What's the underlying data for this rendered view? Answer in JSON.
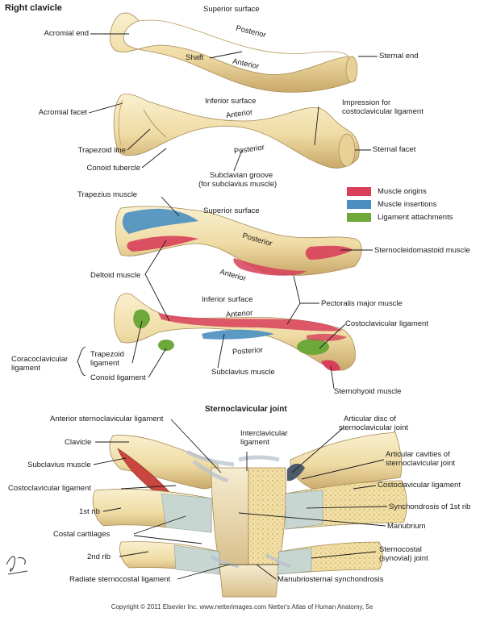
{
  "title": "Right clavicle",
  "copyright": "Copyright © 2011 Elsevier Inc. www.netterimages.com Netter's Atlas of Human Anatomy, 5e",
  "signature": "F. Netter M.D.",
  "superior_view": {
    "surface": "Superior surface",
    "acromial_end": "Acromial end",
    "posterior": "Posterior",
    "shaft": "Shaft",
    "anterior": "Anterior",
    "sternal_end": "Sternal end"
  },
  "inferior_view": {
    "surface": "Inferior surface",
    "acromial_facet": "Acromial facet",
    "anterior": "Anterior",
    "impression": "Impression for costoclavicular ligament",
    "impression_line1": "Impression for",
    "impression_line2": "costoclavicular ligament",
    "trapezoid_line": "Trapezoid line",
    "posterior": "Posterior",
    "sternal_facet": "Sternal facet",
    "conoid_tubercle": "Conoid tubercle",
    "subclavian_groove_line1": "Subclavian groove",
    "subclavian_groove_line2": "(for subclavius muscle)"
  },
  "legend": {
    "items": [
      {
        "label": "Muscle origins",
        "color": "#d8405a"
      },
      {
        "label": "Muscle insertions",
        "color": "#4a8fc0"
      },
      {
        "label": "Ligament attachments",
        "color": "#6ea83a"
      }
    ]
  },
  "attachments_superior": {
    "trapezius": "Trapezius muscle",
    "surface": "Superior surface",
    "posterior": "Posterior",
    "scm": "Sternocleidomastoid muscle",
    "deltoid": "Deltoid muscle",
    "anterior": "Anterior"
  },
  "attachments_inferior": {
    "surface": "Inferior surface",
    "pectoralis": "Pectoralis major muscle",
    "anterior": "Anterior",
    "costoclavicular": "Costoclavicular ligament",
    "coracoclavicular_line1": "Coracoclavicular",
    "coracoclavicular_line2": "ligament",
    "trapezoid_line1": "Trapezoid",
    "trapezoid_line2": "ligament",
    "posterior": "Posterior",
    "conoid": "Conoid ligament",
    "subclavius": "Subclavius muscle",
    "sternohyoid": "Sternohyoid muscle"
  },
  "joint": {
    "title": "Sternoclavicular joint",
    "anterior_scl": "Anterior sternoclavicular ligament",
    "articular_disc_line1": "Articular disc of",
    "articular_disc_line2": "sternoclavicular joint",
    "clavicle": "Clavicle",
    "interclavicular_line1": "Interclavicular",
    "interclavicular_line2": "ligament",
    "articular_cavities_line1": "Articular cavities of",
    "articular_cavities_line2": "sternoclavicular joint",
    "subclavius": "Subclavius muscle",
    "costoclavicular_left": "Costoclavicular ligament",
    "costoclavicular_right": "Costoclavicular ligament",
    "first_rib": "1st rib",
    "synchondrosis": "Synchondrosis of 1st rib",
    "costal_cartilages": "Costal cartilages",
    "manubrium": "Manubrium",
    "second_rib": "2nd rib",
    "sternocostal_line1": "Sternocostal",
    "sternocostal_line2": "(synovial) joint",
    "radiate": "Radiate sternocostal ligament",
    "manubriosternal": "Manubriosternal synchondrosis"
  }
}
